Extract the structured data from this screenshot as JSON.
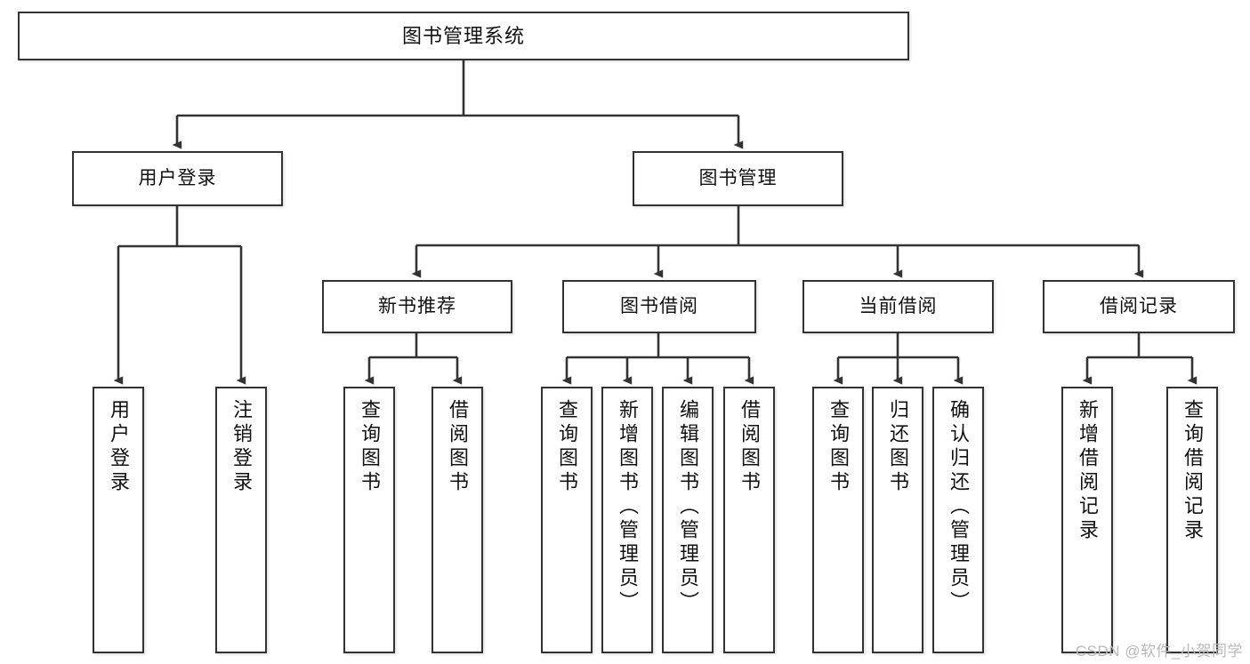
{
  "diagram": {
    "title": "图书管理系统",
    "type": "hierarchy-tree",
    "watermark": "CSDN @软件_小贺同学",
    "colors": {
      "border": "#333333",
      "background": "#ffffff",
      "text": "#111111",
      "watermark": "#b9b9b9"
    },
    "levels": {
      "level1": [
        {
          "id": "root",
          "label": "图书管理系统"
        }
      ],
      "level2": [
        {
          "id": "user-login",
          "label": "用户登录",
          "parent": "root"
        },
        {
          "id": "book-management",
          "label": "图书管理",
          "parent": "root"
        }
      ],
      "level3": [
        {
          "id": "new-book-recommend",
          "label": "新书推荐",
          "parent": "book-management"
        },
        {
          "id": "book-borrow",
          "label": "图书借阅",
          "parent": "book-management"
        },
        {
          "id": "current-borrow",
          "label": "当前借阅",
          "parent": "book-management"
        },
        {
          "id": "borrow-record",
          "label": "借阅记录",
          "parent": "book-management"
        }
      ],
      "leaves": [
        {
          "id": "leaf-user-login",
          "label": "用户登录",
          "parent": "user-login"
        },
        {
          "id": "leaf-logout",
          "label": "注销登录",
          "parent": "user-login"
        },
        {
          "id": "leaf-query-book-1",
          "label": "查询图书",
          "parent": "new-book-recommend"
        },
        {
          "id": "leaf-borrow-book-1",
          "label": "借阅图书",
          "parent": "new-book-recommend"
        },
        {
          "id": "leaf-query-book-2",
          "label": "查询图书",
          "parent": "book-borrow"
        },
        {
          "id": "leaf-add-book",
          "label": "新增图书（管理员）",
          "parent": "book-borrow"
        },
        {
          "id": "leaf-edit-book",
          "label": "编辑图书（管理员）",
          "parent": "book-borrow"
        },
        {
          "id": "leaf-borrow-book-2",
          "label": "借阅图书",
          "parent": "book-borrow"
        },
        {
          "id": "leaf-query-book-3",
          "label": "查询图书",
          "parent": "current-borrow"
        },
        {
          "id": "leaf-return-book",
          "label": "归还图书",
          "parent": "current-borrow"
        },
        {
          "id": "leaf-confirm-return",
          "label": "确认归还（管理员）",
          "parent": "current-borrow"
        },
        {
          "id": "leaf-add-record",
          "label": "新增借阅记录",
          "parent": "borrow-record"
        },
        {
          "id": "leaf-query-record",
          "label": "查询借阅记录",
          "parent": "borrow-record"
        }
      ]
    }
  }
}
